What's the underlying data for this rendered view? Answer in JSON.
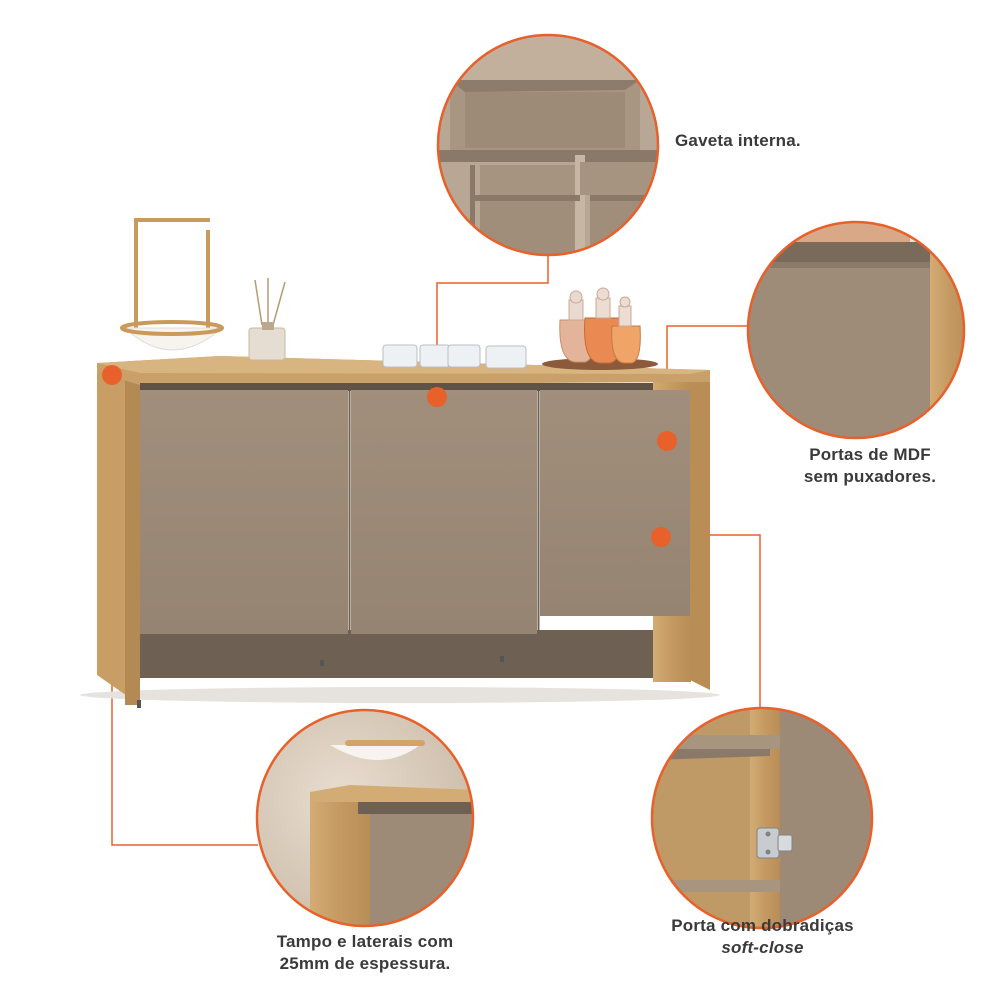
{
  "colors": {
    "accent": "#e8602a",
    "wood": "#c9a06a",
    "wood_dark": "#a97f4c",
    "panel": "#9c8b78",
    "panel_dark": "#7d6d5d",
    "shadow": "#6e6052"
  },
  "callouts": {
    "gaveta": {
      "line1": "Gaveta interna."
    },
    "portas": {
      "line1": "Portas de MDF",
      "line2": "sem puxadores."
    },
    "tampo": {
      "line1": "Tampo e laterais com",
      "line2": "25mm de espessura."
    },
    "dobradicas": {
      "line1": "Porta com dobradiças",
      "line2": "soft-close"
    }
  }
}
